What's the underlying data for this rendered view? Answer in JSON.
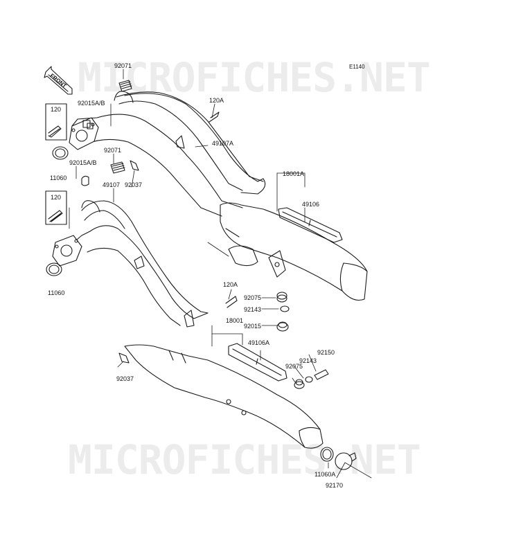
{
  "diagram_code": "E1140",
  "watermark": "MICROFICHES.NET",
  "front_arrow_label": "FRONT",
  "callouts": {
    "c92071_top": "92071",
    "c120_upper": "120",
    "c92015ab_upper": "92015A/B",
    "c11060_upper": "11060",
    "c120a_upper": "120A",
    "c49107a": "49107A",
    "c92071_mid": "92071",
    "c92015ab_lower": "92015A/B",
    "c92037_upper": "92037",
    "c49107": "49107",
    "c18001a": "18001A",
    "c49106": "49106",
    "c120_lower": "120",
    "c11060_lower": "11060",
    "c120a_lower": "120A",
    "c92075_upper": "92075",
    "c92143_upper": "92143",
    "c18001": "18001",
    "c92015": "92015",
    "c49106a": "49106A",
    "c92150": "92150",
    "c92143_lower": "92143",
    "c92075_lower": "92075",
    "c92037_lower": "92037",
    "c11060a": "11060A",
    "c92170": "92170"
  }
}
